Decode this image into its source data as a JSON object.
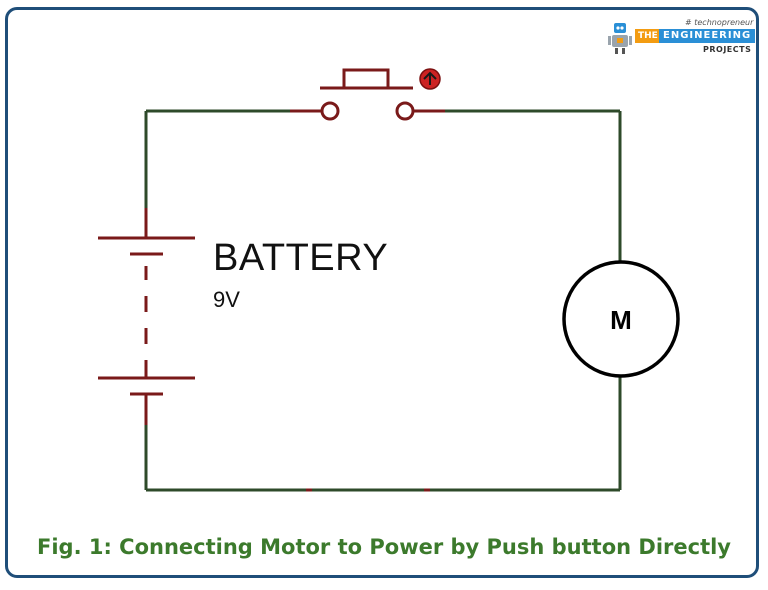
{
  "diagram": {
    "battery_label": "BATTERY",
    "battery_voltage": "9V",
    "motor_label": "M",
    "caption": "Fig. 1: Connecting Motor to Power by Push button Directly"
  },
  "logo": {
    "hashtag": "# technopreneur",
    "the": "THE",
    "engineering": "ENGINEERING",
    "projects": "PROJECTS"
  },
  "colors": {
    "wire": "#2e4a2a",
    "component": "#7a1a1a",
    "caption": "#3c7a2c",
    "frame": "#1f4e79",
    "indicator": "#cc2222"
  }
}
